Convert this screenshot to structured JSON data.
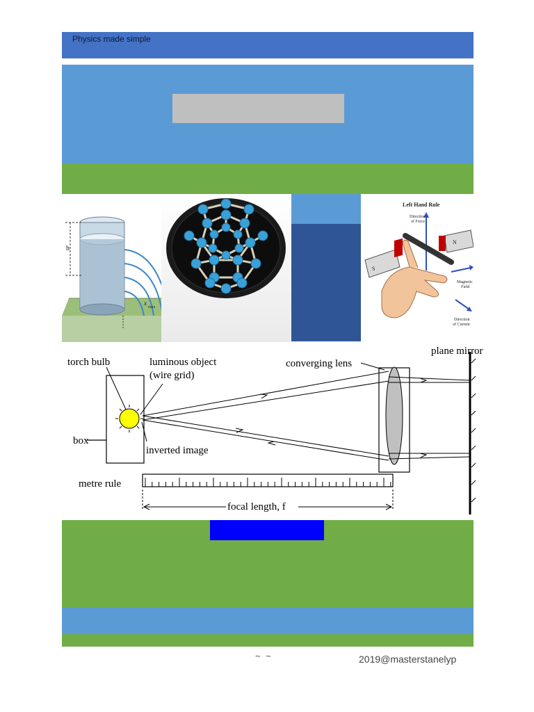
{
  "header": {
    "title": "Physics made simple"
  },
  "left_hand_rule": {
    "title": "Left Hand Rule",
    "force_label_1": "Direction",
    "force_label_2": "of Force",
    "field_label_1": "Magnetic",
    "field_label_2": "Field",
    "current_label_1": "Direction",
    "current_label_2": "of Current",
    "pole_s": "S",
    "pole_n": "N"
  },
  "tank_figure": {
    "height_label": "h",
    "range_label": "x",
    "range_subscript": "max"
  },
  "optics_diagram": {
    "torch_bulb": "torch bulb",
    "luminous_object": "luminous object",
    "wire_grid": "(wire grid)",
    "converging_lens": "converging lens",
    "plane_mirror": "plane mirror",
    "box": "box",
    "inverted_image": "inverted image",
    "metre_rule": "metre  rule",
    "focal_length": "focal length, f"
  },
  "footer": {
    "marks": "~ ~",
    "credit": "2019@masterstanelyp"
  },
  "colors": {
    "header_blue": "#4472c4",
    "light_blue": "#5b9bd5",
    "dark_blue": "#2f5597",
    "green": "#70ad47",
    "gray": "#bfbfbf",
    "bright_blue": "#0000ff"
  }
}
